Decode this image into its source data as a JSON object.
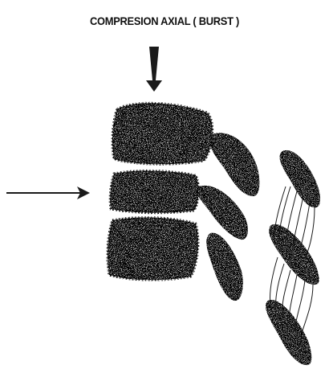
{
  "diagram": {
    "title": "COMPRESION AXIAL ( BURST )",
    "ink_color": "#1a1a1a",
    "paper_color": "#ffffff",
    "parts": [
      "vertebral-body-upper",
      "vertebral-body-middle",
      "vertebral-body-lower",
      "posterior-element-1",
      "posterior-element-2",
      "posterior-element-3",
      "spinous-process-1",
      "spinous-process-2",
      "spinous-process-3",
      "interspinous-ligament",
      "axial-load-arrow",
      "lateral-force-arrow"
    ]
  }
}
